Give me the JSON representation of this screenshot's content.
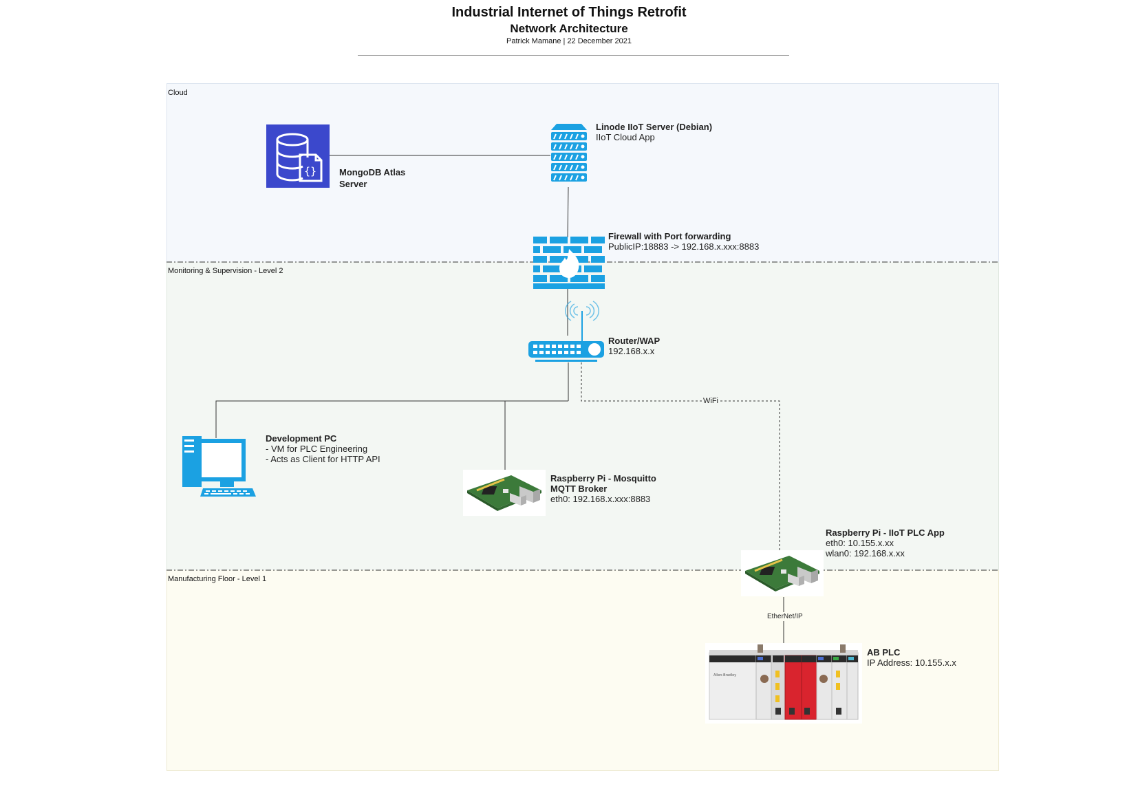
{
  "title": "Industrial Internet of Things Retrofit",
  "subtitle": "Network Architecture",
  "byline": "Patrick Mamane  |  22 December 2021",
  "zones": [
    {
      "name": "Cloud",
      "color": "#f5f8fc"
    },
    {
      "name": "Monitoring & Supervision - Level 2",
      "color": "#f3f7f3"
    },
    {
      "name": "Manufacturing Floor - Level 1",
      "color": "#fdfcf2"
    }
  ],
  "nodes": {
    "mongodb": {
      "title": "MongoDB Atlas Server",
      "lines": [],
      "icon": "database-icon",
      "color": "#3b48cc"
    },
    "linode": {
      "title": "Linode IIoT Server (Debian)",
      "lines": [
        "IIoT Cloud App"
      ],
      "icon": "server-icon",
      "color": "#1ba1e2"
    },
    "firewall": {
      "title": "Firewall with Port forwarding",
      "lines": [
        "PublicIP:18883 -> 192.168.x.xxx:8883"
      ],
      "icon": "firewall-icon",
      "color": "#1ba1e2"
    },
    "router": {
      "title": "Router/WAP",
      "lines": [
        "192.168.x.x"
      ],
      "icon": "router-icon",
      "color": "#1ba1e2"
    },
    "devpc": {
      "title": "Development PC",
      "lines": [
        "- VM for PLC Engineering",
        "- Acts as Client for HTTP API"
      ],
      "icon": "desktop-pc-icon",
      "color": "#1ba1e2"
    },
    "mqtt_pi": {
      "title_lines": [
        "Raspberry Pi - Mosquitto",
        "MQTT Broker"
      ],
      "lines": [
        "eth0: 192.168.x.xxx:8883"
      ],
      "icon": "raspberry-pi-icon"
    },
    "plc_pi": {
      "title": "Raspberry Pi - IIoT PLC App",
      "lines": [
        "eth0: 10.155.x.xx",
        "wlan0: 192.168.x.xx"
      ],
      "icon": "raspberry-pi-icon"
    },
    "ab_plc": {
      "title": "AB PLC",
      "lines": [
        "IP Address: 10.155.x.x"
      ],
      "icon": "plc-chassis-icon"
    }
  },
  "links": {
    "wifi_label": "WiFi",
    "ethernet_label": "EtherNet/IP"
  }
}
